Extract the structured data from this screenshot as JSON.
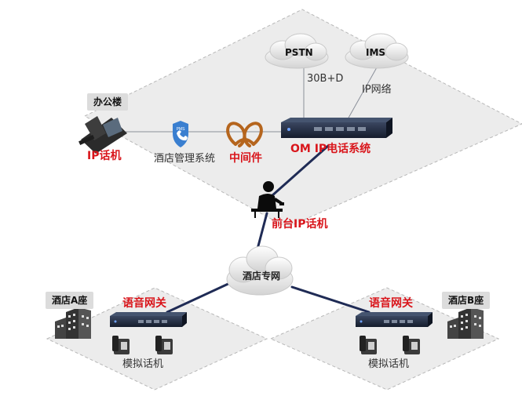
{
  "labels": {
    "office_building": "办公楼",
    "ip_phone": "IP话机",
    "hotel_mgmt_system": "酒店管理系统",
    "middleware": "中间件",
    "om_ip_phone_system": "OM IP电话系统",
    "pstn": "PSTN",
    "ims": "IMS",
    "trunk_30bd": "30B+D",
    "ip_network": "IP网络",
    "front_desk_ip_phone": "前台IP话机",
    "hotel_private_network": "酒店专网",
    "hotel_a": "酒店A座",
    "hotel_b": "酒店B座",
    "voice_gateway_a": "语音网关",
    "voice_gateway_b": "语音网关",
    "analog_phone_a": "模拟话机",
    "analog_phone_b": "模拟话机",
    "pms_badge": "PMS"
  },
  "colors": {
    "accent_red": "#d9151b",
    "link_navy": "#1f2b55",
    "zone_fill": "#ececec",
    "zone_border": "#b8b8b8",
    "tag_gray": "#dcdcdc"
  }
}
